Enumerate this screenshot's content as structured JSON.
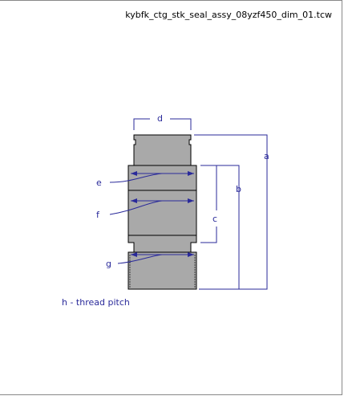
{
  "file_name": "kybfk_ctg_stk_seal_assy_08yzf450_dim_01.tcw",
  "dimension_labels": {
    "a": "a",
    "b": "b",
    "c": "c",
    "d": "d",
    "e": "e",
    "f": "f",
    "g": "g"
  },
  "note": "h - thread pitch",
  "colors": {
    "part_fill": "#a9a9a9",
    "part_outline": "#000000",
    "dimension": "#2a2a9a",
    "border": "#888888"
  }
}
